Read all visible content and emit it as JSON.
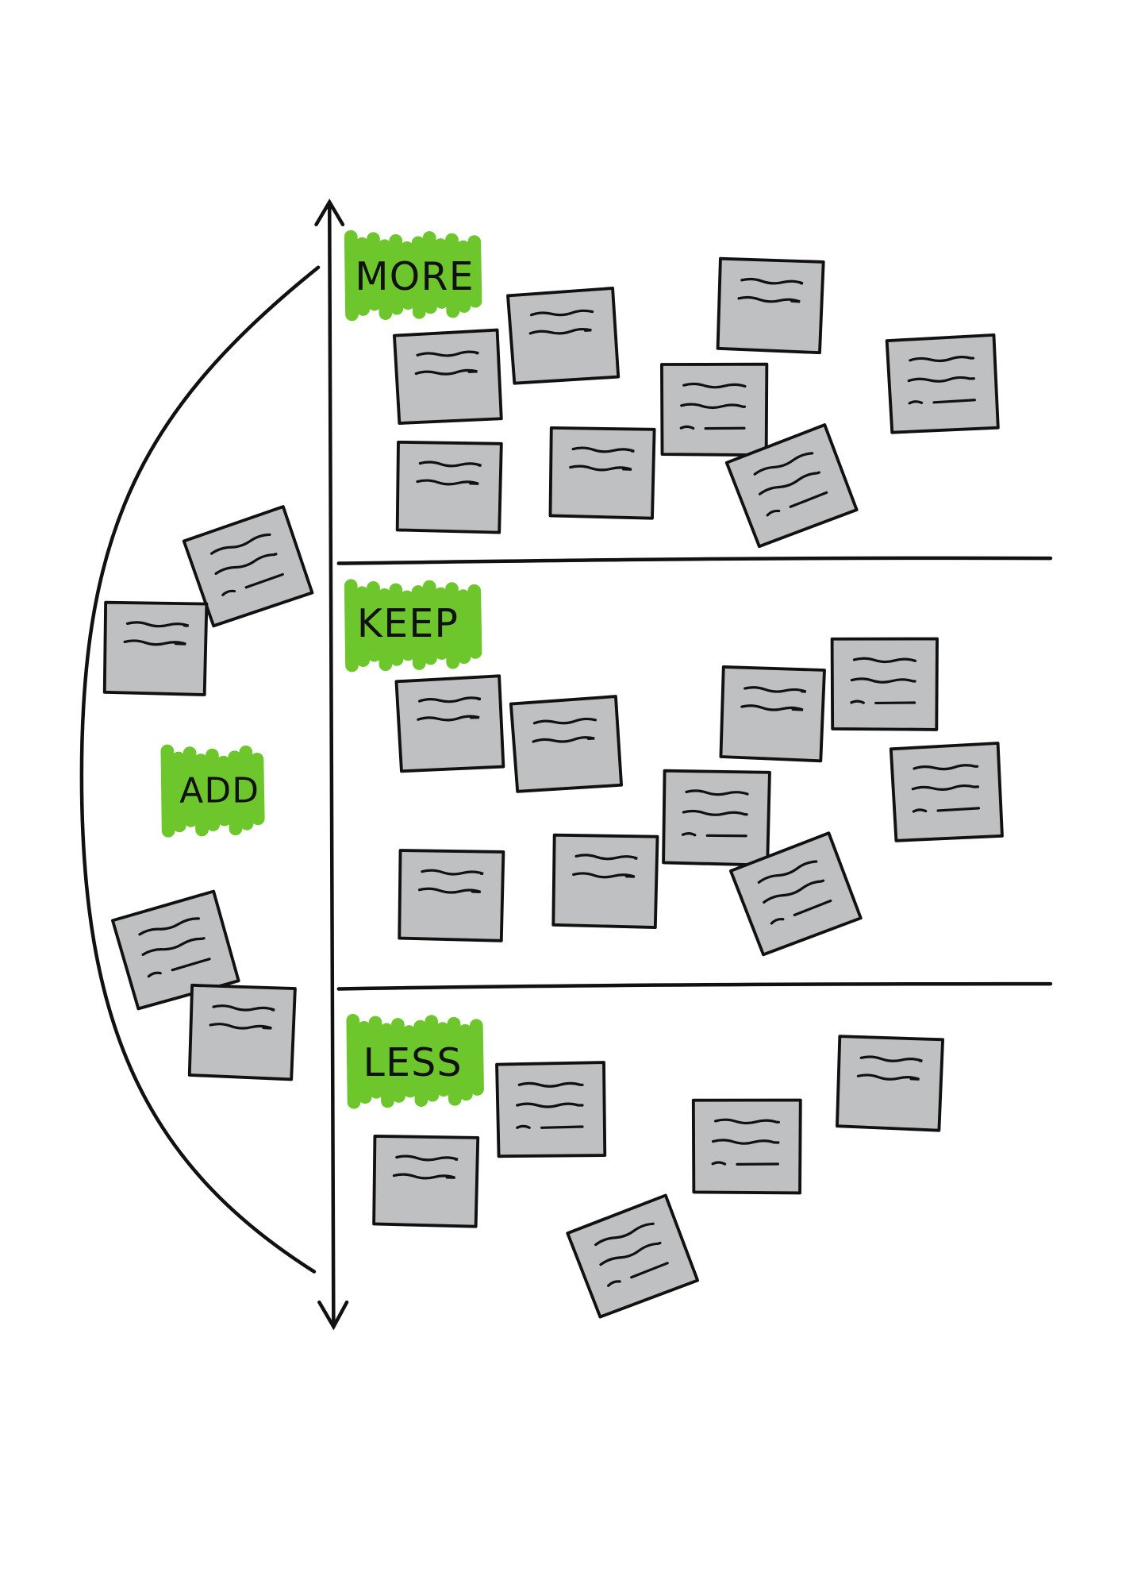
{
  "diagram": {
    "labels": {
      "more": "MORE",
      "keep": "KEEP",
      "add": "ADD",
      "less": "LESS"
    },
    "colors": {
      "highlight": "#6cc62c",
      "note": "#bfc0c2",
      "ink": "#111111"
    },
    "sections": [
      {
        "name": "more",
        "note_count": 8
      },
      {
        "name": "keep",
        "note_count": 9
      },
      {
        "name": "less",
        "note_count": 5
      },
      {
        "name": "add",
        "note_count": 4
      }
    ]
  }
}
